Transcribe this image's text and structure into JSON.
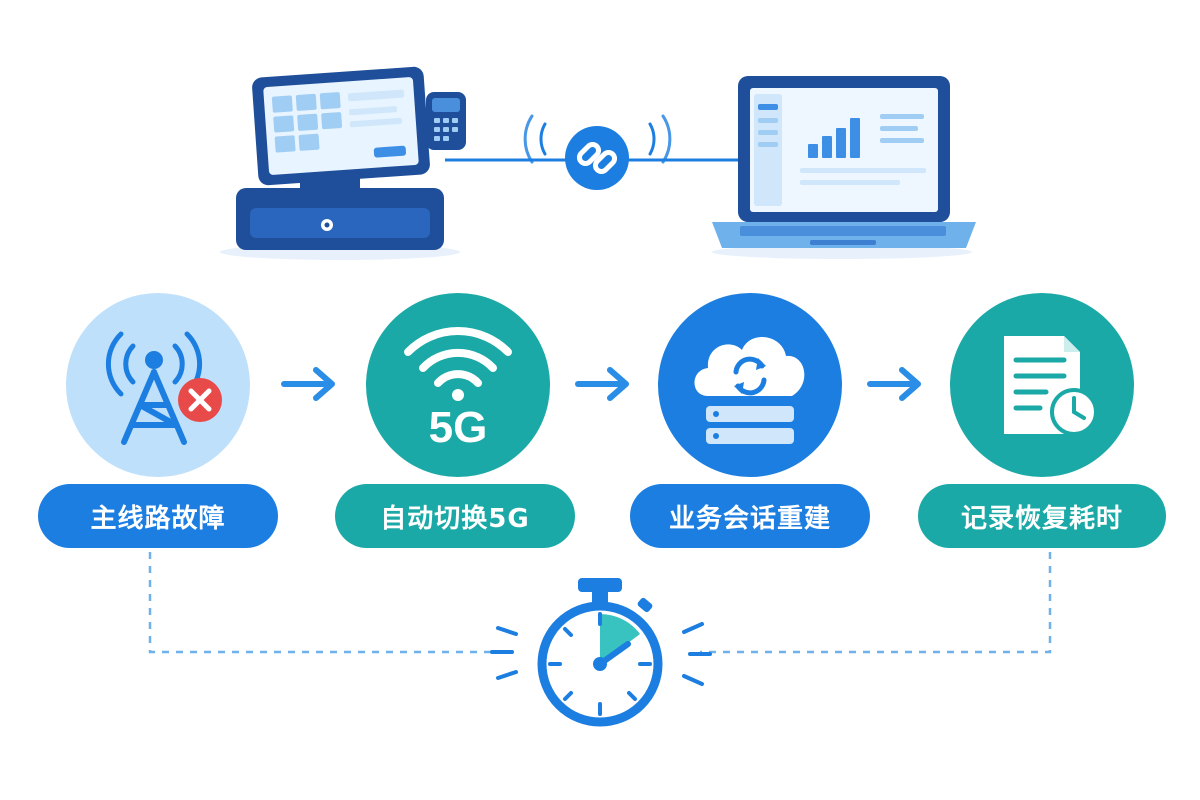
{
  "steps": [
    {
      "label": "主线路故障",
      "icon": "cell-tower-error-icon"
    },
    {
      "label": "自动切换5G",
      "icon": "wifi-5g-icon",
      "badge": "5G"
    },
    {
      "label": "业务会话重建",
      "icon": "cloud-sync-server-icon"
    },
    {
      "label": "记录恢复耗时",
      "icon": "document-clock-icon"
    }
  ],
  "devices": {
    "left": "pos-terminal-icon",
    "right": "laptop-dashboard-icon",
    "connector": "link-chain-icon"
  },
  "timer": "stopwatch-icon",
  "colors": {
    "blue": "#1c7ee0",
    "teal": "#1aa9a6",
    "light_blue": "#bfe0fb",
    "navy": "#1f4f9a",
    "error": "#e84a4a"
  }
}
